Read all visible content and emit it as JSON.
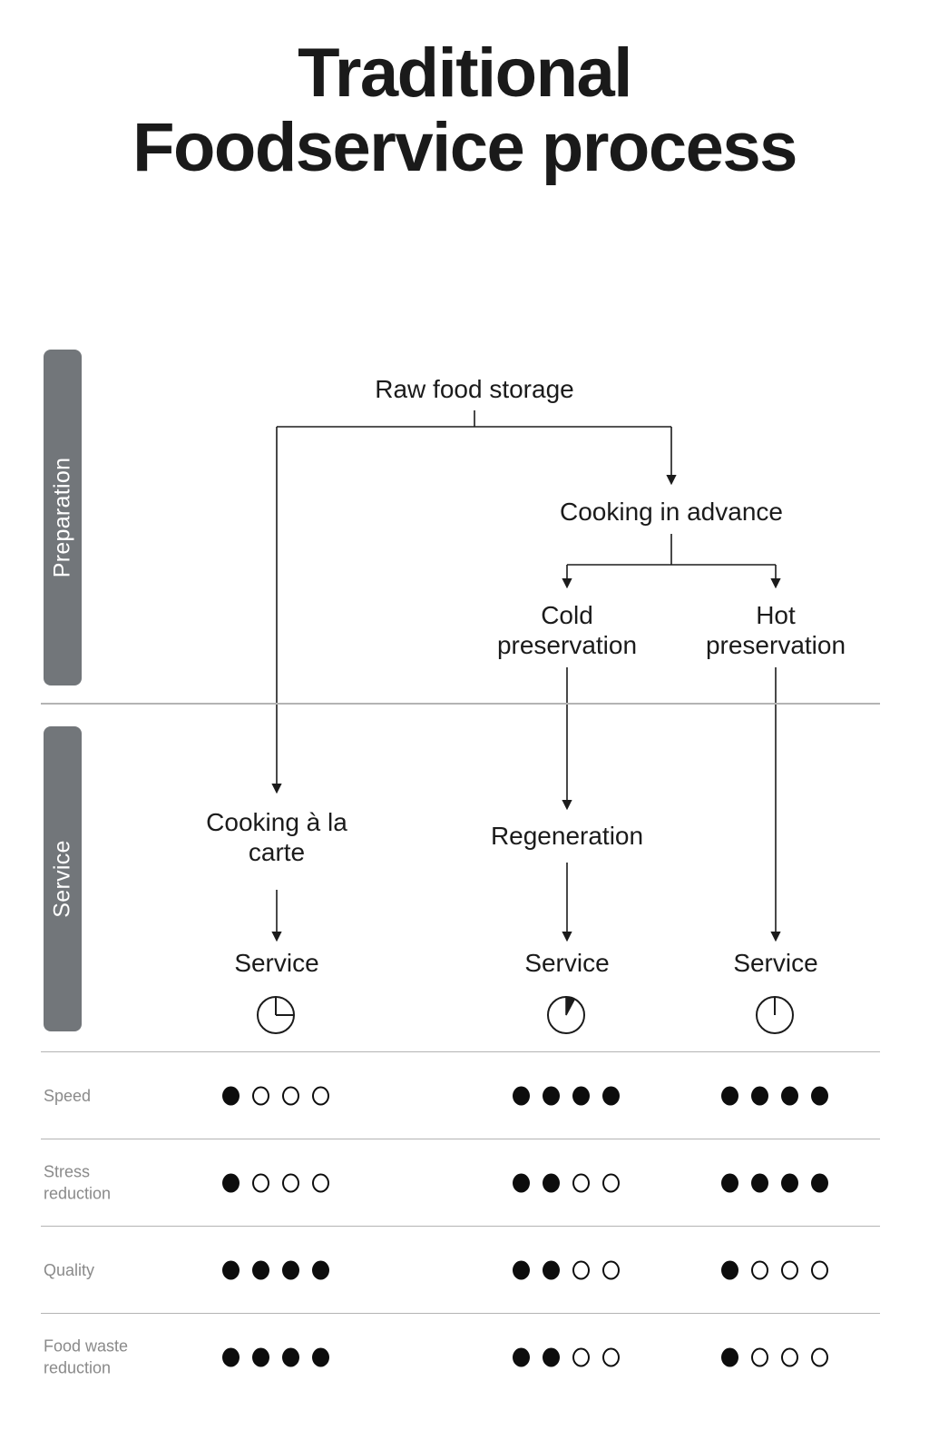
{
  "title": "Traditional\nFoodservice process",
  "phases": [
    {
      "id": "preparation",
      "label": "Preparation"
    },
    {
      "id": "service",
      "label": "Service"
    }
  ],
  "flow": {
    "nodes": [
      {
        "id": "raw-food-storage",
        "label": "Raw food storage"
      },
      {
        "id": "cooking-in-advance",
        "label": "Cooking in advance"
      },
      {
        "id": "cold-preservation",
        "label": "Cold\npreservation"
      },
      {
        "id": "hot-preservation",
        "label": "Hot\npreservation"
      },
      {
        "id": "cooking-a-la-carte",
        "label": "Cooking à la\ncarte"
      },
      {
        "id": "regeneration",
        "label": "Regeneration"
      },
      {
        "id": "service-1",
        "label": "Service"
      },
      {
        "id": "service-2",
        "label": "Service"
      },
      {
        "id": "service-3",
        "label": "Service"
      }
    ],
    "edges": [
      {
        "from": "raw-food-storage",
        "to": "cooking-a-la-carte"
      },
      {
        "from": "raw-food-storage",
        "to": "cooking-in-advance"
      },
      {
        "from": "cooking-in-advance",
        "to": "cold-preservation"
      },
      {
        "from": "cooking-in-advance",
        "to": "hot-preservation"
      },
      {
        "from": "cold-preservation",
        "to": "regeneration"
      },
      {
        "from": "hot-preservation",
        "to": "service-3"
      },
      {
        "from": "cooking-a-la-carte",
        "to": "service-1"
      },
      {
        "from": "regeneration",
        "to": "service-2"
      }
    ]
  },
  "clocks": [
    {
      "id": "clock-service-1",
      "icon": "clock-quarter-icon",
      "reading": "quarter (12 to 3)"
    },
    {
      "id": "clock-service-2",
      "icon": "clock-sliver-icon",
      "reading": "sliver (12 to 1)"
    },
    {
      "id": "clock-service-3",
      "icon": "clock-zero-icon",
      "reading": "zero (hand at 12)"
    }
  ],
  "chart_data": {
    "type": "table",
    "title": "Traditional Foodservice process",
    "max_rating": 4,
    "columns": [
      "Cooking à la carte",
      "Regeneration",
      "Hot preservation"
    ],
    "rows": [
      {
        "label": "Speed",
        "values": [
          1,
          4,
          4
        ]
      },
      {
        "label": "Stress\nreduction",
        "values": [
          1,
          2,
          4
        ]
      },
      {
        "label": "Quality",
        "values": [
          4,
          2,
          1
        ]
      },
      {
        "label": "Food waste\nreduction",
        "values": [
          4,
          2,
          1
        ]
      }
    ]
  },
  "colors": {
    "phase_bar": "#72767a",
    "rule": "#b4b4b4",
    "label_gray": "#8a8a8a",
    "ink": "#0d0d0d"
  }
}
